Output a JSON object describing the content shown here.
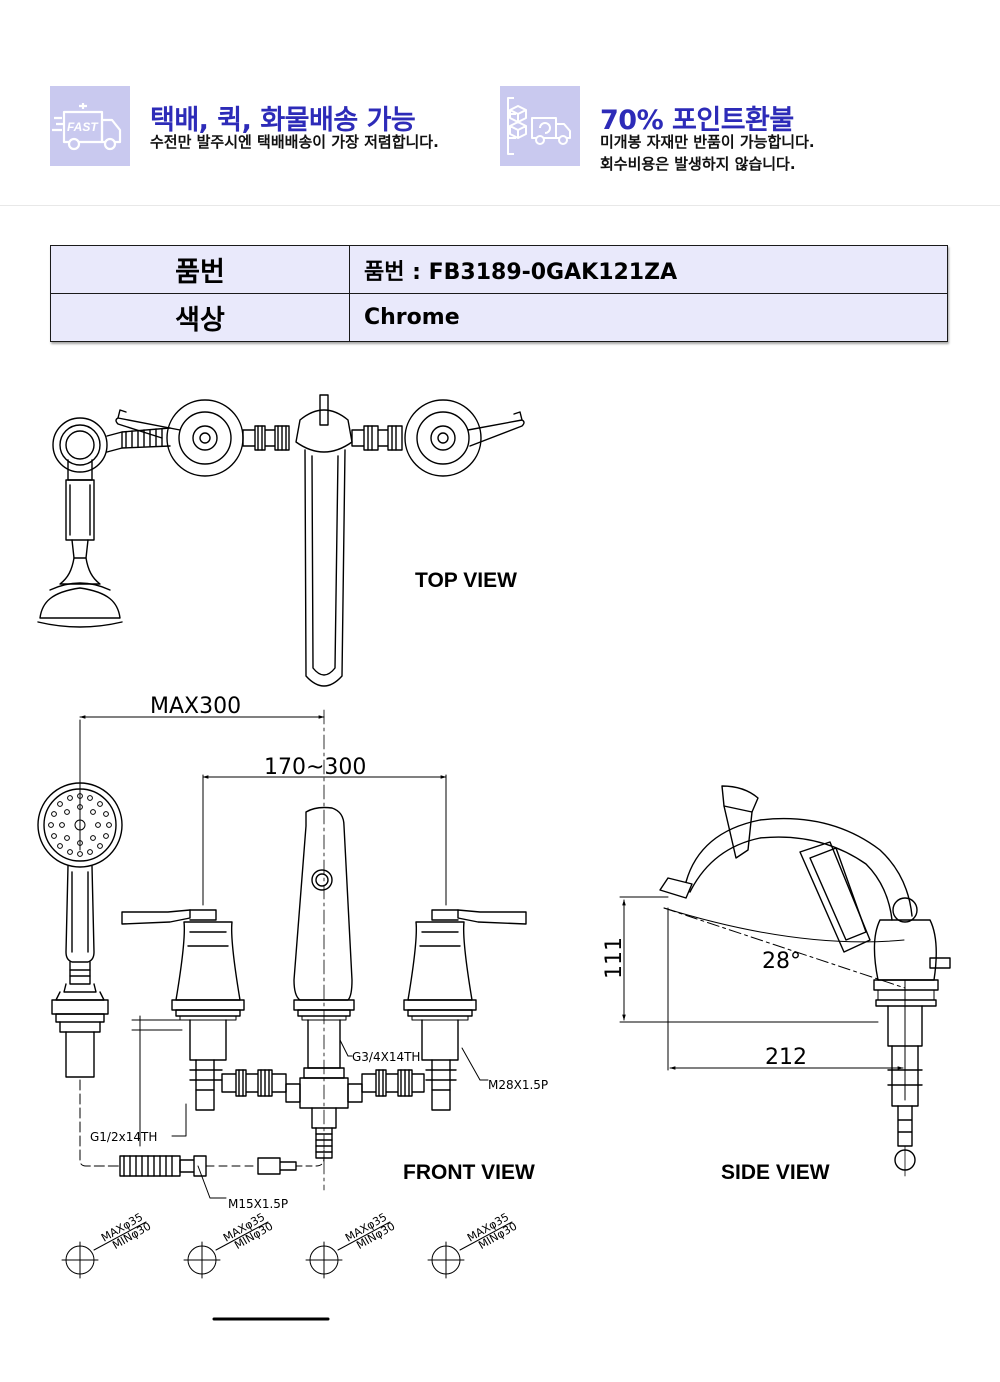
{
  "banner": {
    "shipping": {
      "icon": "fast-delivery-truck-icon",
      "icon_text": "FAST",
      "title": "택배, 퀵, 화물배송 가능",
      "desc": "수전만 발주시엔 택배배송이 가장 저렴합니다."
    },
    "refund": {
      "icon": "return-box-truck-icon",
      "title": "70% 포인트환불",
      "desc_line1": "미개봉 자재만 반품이 가능합니다.",
      "desc_line2": "회수비용은 발생하지 않습니다."
    },
    "accent_color": "#2d2bb8",
    "icon_bg": "#c9c9ef"
  },
  "spec_table": {
    "rows": [
      {
        "label": "품번",
        "value": "품번 : FB3189-0GAK121ZA"
      },
      {
        "label": "색상",
        "value": "Chrome"
      }
    ],
    "bg_color": "#e9e9fb"
  },
  "drawing": {
    "top_view_label": "TOP VIEW",
    "front_view_label": "FRONT VIEW",
    "side_view_label": "SIDE VIEW",
    "dim_max300": "MAX300",
    "dim_170_300": "170~300",
    "dim_111": "111",
    "dim_212": "212",
    "dim_angle": "28°",
    "note_g34": "G3/4X14TH",
    "note_m28": "M28X1.5P",
    "note_g12": "G1/2x14TH",
    "note_m15": "M15X1.5P",
    "hole_max": "MAXφ35",
    "hole_min": "MINφ30"
  }
}
